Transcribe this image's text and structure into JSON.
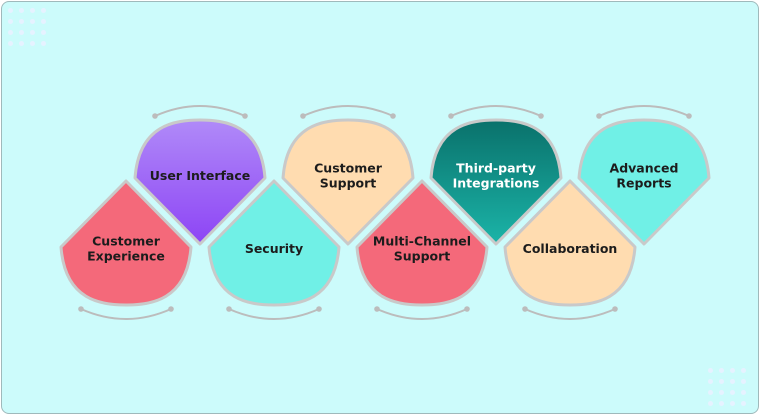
{
  "diagram": {
    "stages": [
      {
        "lines": [
          "Customer",
          "Experience"
        ],
        "color": "#f4697a",
        "position": "bottom"
      },
      {
        "lines": [
          "User Interface"
        ],
        "color": "#9a5cf6",
        "position": "top"
      },
      {
        "lines": [
          "Security"
        ],
        "color": "#70f0e6",
        "position": "bottom"
      },
      {
        "lines": [
          "Customer",
          "Support"
        ],
        "color": "#ffdcb0",
        "position": "top"
      },
      {
        "lines": [
          "Multi-Channel",
          "Support"
        ],
        "color": "#f4697a",
        "position": "bottom"
      },
      {
        "lines": [
          "Third-party",
          "Integrations"
        ],
        "color": "#0f8f86",
        "position": "top"
      },
      {
        "lines": [
          "Collaboration"
        ],
        "color": "#ffdcb0",
        "position": "bottom"
      },
      {
        "lines": [
          "Advanced",
          "Reports"
        ],
        "color": "#70f0e6",
        "position": "top"
      }
    ]
  },
  "colors": {
    "background": "#ccfbfb",
    "connector": "#bcbcbc",
    "user_interface_gradient": [
      "#b08af8",
      "#8d44f5"
    ],
    "integrations_gradient": [
      "#0a716b",
      "#1bb4a8"
    ]
  }
}
